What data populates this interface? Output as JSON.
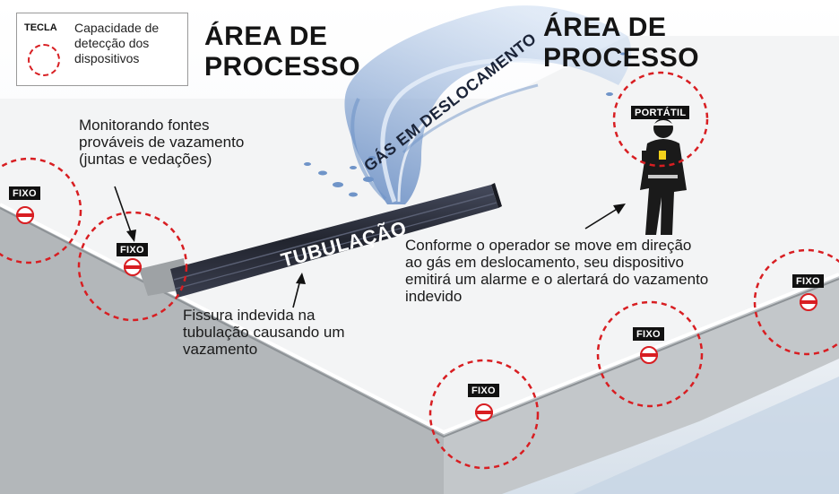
{
  "legend": {
    "key_label": "TECLA",
    "description": "Capacidade de detecção dos dispositivos",
    "circle_color": "#d81e22"
  },
  "process_areas": [
    {
      "title_line1": "ÁREA DE",
      "title_line2": "PROCESSO"
    },
    {
      "title_line1": "ÁREA DE",
      "title_line2": "PROCESSO"
    }
  ],
  "gas_label": "GÁS EM DESLOCAMENTO",
  "pipe_label": "TUBULAÇÃO",
  "detectors": [
    {
      "label": "FIXO",
      "type": "fixed"
    },
    {
      "label": "FIXO",
      "type": "fixed"
    },
    {
      "label": "FIXO",
      "type": "fixed"
    },
    {
      "label": "FIXO",
      "type": "fixed"
    },
    {
      "label": "FIXO",
      "type": "fixed"
    },
    {
      "label": "PORTÁTIL",
      "type": "portable"
    }
  ],
  "annotations": {
    "monitoring": "Monitorando fontes prováveis de vazamento (juntas e vedações)",
    "crack": "Fissura indevida na tubulação causando um vazamento",
    "operator": "Conforme o operador se move em direção ao gás em deslocamento, seu dispositivo emitirá um alarme e o alertará do vazamento indevido"
  },
  "colors": {
    "platform_top": "#f4f5f6",
    "platform_side": "#aeb2b5",
    "pipe": "#2a2d3a",
    "gas": "#8fb0d6",
    "background_water": "#dde6ef",
    "detector_ring": "#d81e22"
  }
}
